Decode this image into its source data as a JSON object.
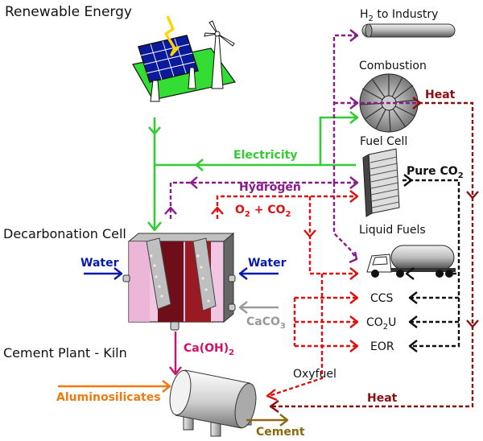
{
  "labels": {
    "renewable_energy": "Renewable Energy",
    "h2_to_industry_prefix": "H",
    "h2_to_industry_sub": "2",
    "h2_to_industry_suffix": " to Industry",
    "combustion": "Combustion",
    "heat_top": "Heat",
    "fuel_cell": "Fuel Cell",
    "electricity": "Electricity",
    "pure_co2_prefix": "Pure CO",
    "pure_co2_sub": "2",
    "hydrogen": "Hydrogen",
    "o2_co2_a": "O",
    "o2_co2_b": "2",
    "o2_co2_c": " + CO",
    "o2_co2_d": "2",
    "liquid_fuels": "Liquid Fuels",
    "decarbonation_cell": "Decarbonation Cell",
    "water_left": "Water",
    "water_right": "Water",
    "caco3_a": "CaCO",
    "caco3_b": "3",
    "ccs": "CCS",
    "co2u_a": "CO",
    "co2u_b": "2",
    "co2u_c": "U",
    "eor": "EOR",
    "cement_plant_kiln": "Cement Plant - Kiln",
    "caoh2_a": "Ca(OH)",
    "caoh2_b": "2",
    "oxyfuel": "Oxyfuel",
    "heat_bottom": "Heat",
    "aluminosilicates": "Aluminosilicates",
    "cement": "Cement"
  },
  "colors": {
    "electricity": "#33cc33",
    "hydrogen": "#8b1a8b",
    "oxygen_co2": "#e01010",
    "heat": "#8b0f0f",
    "co2": "#111111",
    "water": "#0a1aa8",
    "caco3": "#999999",
    "caoh2": "#d0106a",
    "aluminosilicates": "#ee7a10",
    "cement": "#8a6a10"
  }
}
